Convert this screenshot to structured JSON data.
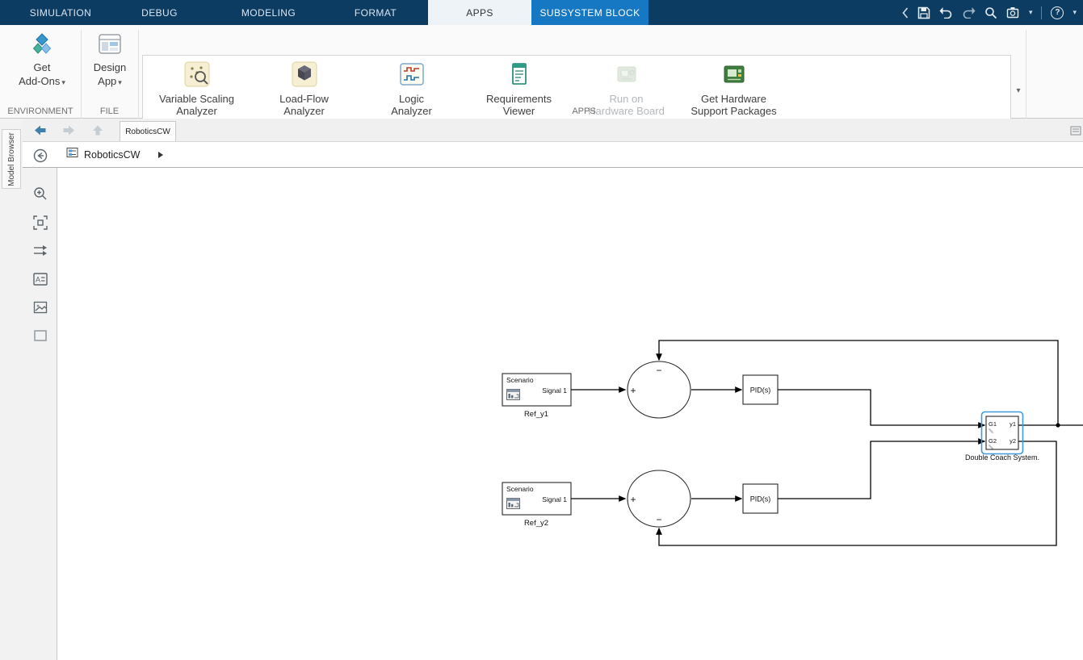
{
  "menubar": {
    "tabs": [
      {
        "label": "SIMULATION"
      },
      {
        "label": "DEBUG"
      },
      {
        "label": "MODELING"
      },
      {
        "label": "FORMAT"
      },
      {
        "label": "APPS"
      },
      {
        "label": "SUBSYSTEM BLOCK"
      }
    ],
    "active_tab": "APPS",
    "context_tab": "SUBSYSTEM BLOCK"
  },
  "quick_access": {
    "icons": [
      "collapse-left",
      "save",
      "undo",
      "redo",
      "search",
      "screenshot",
      "help"
    ],
    "help_glyph": "?"
  },
  "ui": {
    "caret": "▾",
    "annotation_glyph": "A"
  },
  "ribbon": {
    "get_addons": {
      "line1": "Get",
      "line2": "Add-Ons"
    },
    "design_app": {
      "line1": "Design",
      "line2": "App"
    },
    "apps": [
      {
        "line1": "Variable Scaling",
        "line2": "Analyzer",
        "enabled": true
      },
      {
        "line1": "Load-Flow",
        "line2": "Analyzer",
        "enabled": true
      },
      {
        "line1": "Logic",
        "line2": "Analyzer",
        "enabled": true
      },
      {
        "line1": "Requirements",
        "line2": "Viewer",
        "enabled": true
      },
      {
        "line1": "Run on",
        "line2": "Hardware Board",
        "enabled": false
      },
      {
        "line1": "Get Hardware",
        "line2": "Support Packages",
        "enabled": true
      }
    ],
    "sections": {
      "environment": "ENVIRONMENT",
      "file": "FILE",
      "apps": "APPS"
    }
  },
  "document_bar": {
    "tab": "RoboticsCW"
  },
  "breadcrumb": {
    "model": "RoboticsCW"
  },
  "sidebar": {
    "collapsed_panel": "Model Browser",
    "tool_icons": [
      "navigate",
      "zoom-in",
      "fit-to-view",
      "signal-arrows",
      "annotation",
      "image",
      "area-box"
    ]
  },
  "diagram": {
    "scenario_title": "Scenario",
    "scenario_signal": "Signal 1",
    "ref1_label": "Ref_y1",
    "ref2_label": "Ref_y2",
    "pid_label": "PID(s)",
    "sum_plus": "+",
    "sum_minus": "−",
    "plant": {
      "in1": "G1",
      "in2": "G2",
      "out1": "y1",
      "out2": "y2",
      "label": "Double Coach System."
    }
  },
  "colors": {
    "menubar_bg": "#0d3c63",
    "context_tab_bg": "#1678c2",
    "selection_blue": "#3f9bdc",
    "canvas_bg": "#ffffff"
  }
}
